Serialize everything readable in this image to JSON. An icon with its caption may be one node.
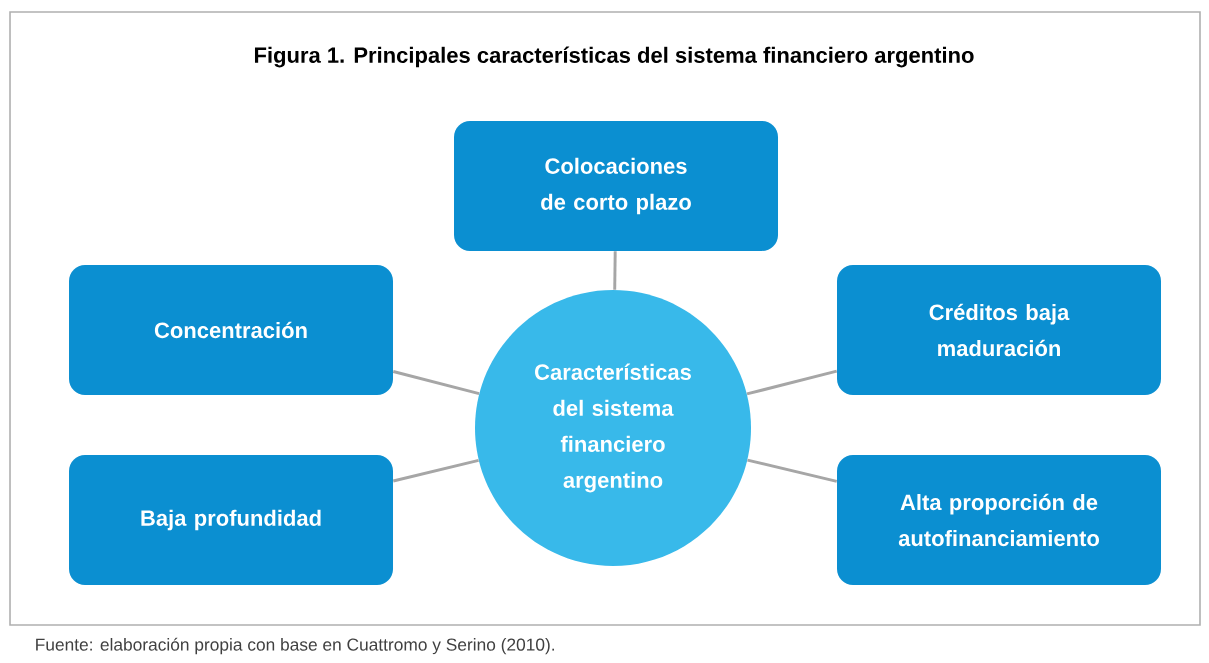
{
  "diagram": {
    "title": "Figura 1. Principales características del sistema financiero argentino",
    "caption": "Fuente: elaboración propia con base en Cuattromo y Serino (2010).",
    "nodes": [
      {
        "text": [
          "Colocaciones de corto plazo"
        ]
      },
      {
        "text": [
          "Concentración"
        ]
      },
      {
        "text": [
          "Créditos baja maduración"
        ]
      },
      {
        "text": [
          "Características del sistema financiero argentino"
        ]
      },
      {
        "text": [
          "Baja profundidad"
        ]
      },
      {
        "text": [
          "Alta proporción de autofinanciamiento"
        ]
      }
    ],
    "edges": [
      {
        "from": 3,
        "to": 0,
        "arrow": "none"
      },
      {
        "from": 3,
        "to": 1,
        "arrow": "none"
      },
      {
        "from": 3,
        "to": 2,
        "arrow": "none"
      },
      {
        "from": 3,
        "to": 4,
        "arrow": "none"
      },
      {
        "from": 3,
        "to": 5,
        "arrow": "none"
      }
    ]
  }
}
